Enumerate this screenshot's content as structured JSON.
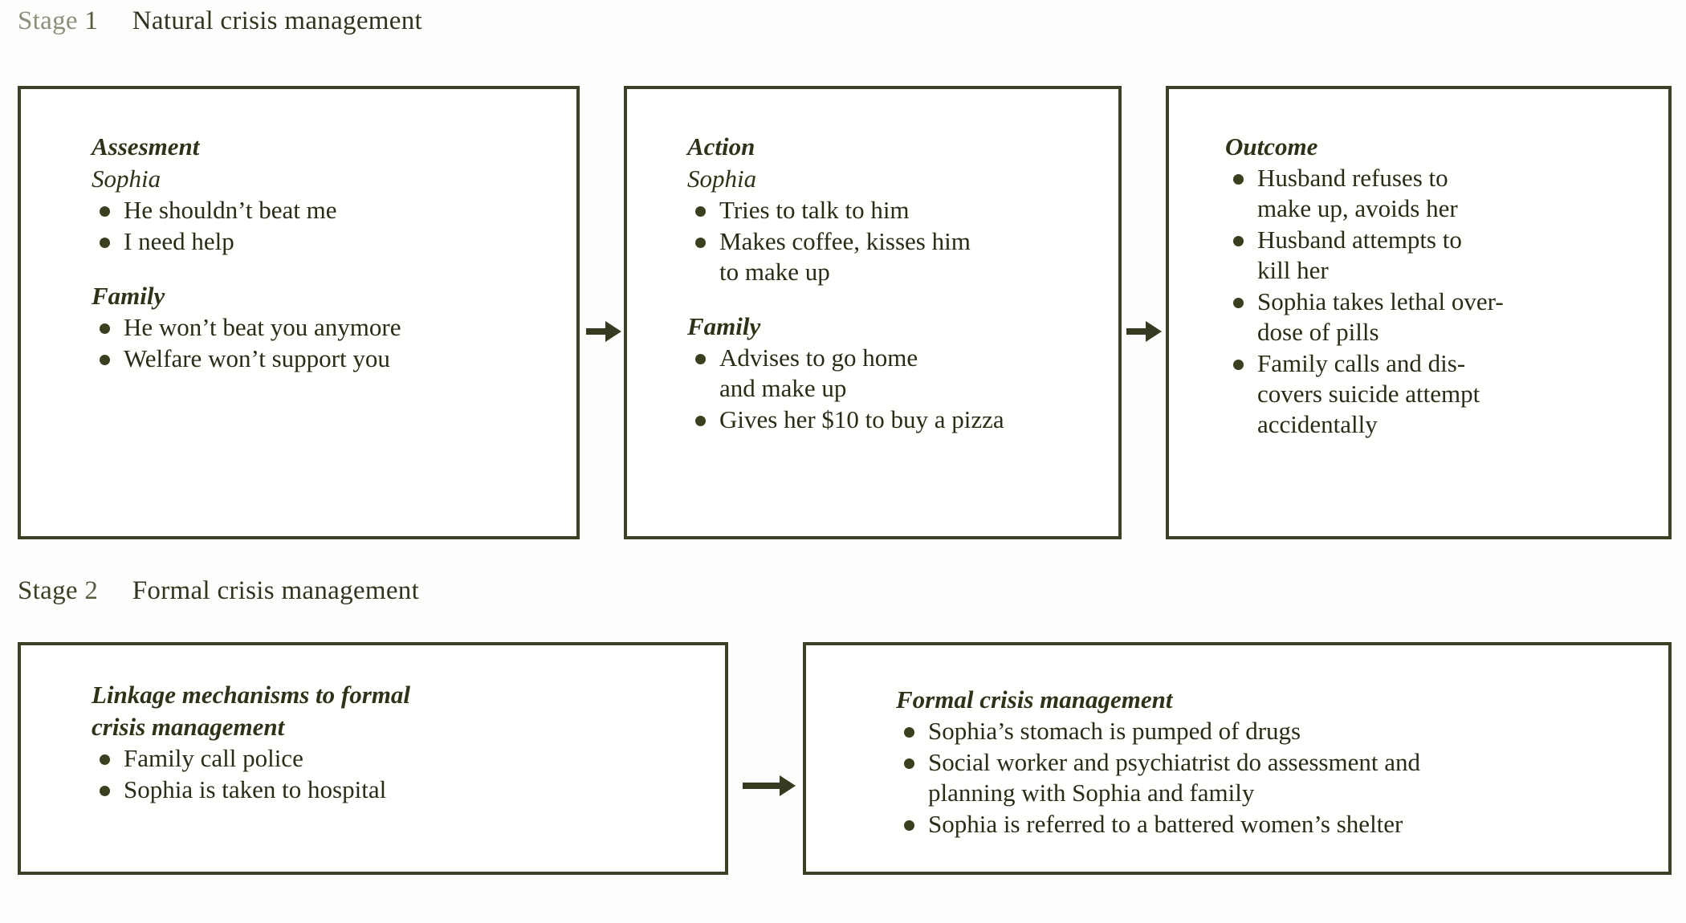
{
  "page": {
    "background_color": "#fdfdfb",
    "ink_color": "#343a22"
  },
  "stages": [
    {
      "label_word": "Stage",
      "label_number": "1",
      "title": "Natural crisis management"
    },
    {
      "label_word": "Stage",
      "label_number": "2",
      "title": "Formal crisis management"
    }
  ],
  "stage1": {
    "boxes": [
      {
        "heading": "Assesment",
        "groups": [
          {
            "subheading": "Sophia",
            "items": [
              "He shouldn’t beat me",
              "I need help"
            ]
          },
          {
            "subheading": "Family",
            "items": [
              "He won’t beat you anymore",
              "Welfare won’t support you"
            ]
          }
        ]
      },
      {
        "heading": "Action",
        "groups": [
          {
            "subheading": "Sophia",
            "items": [
              "Tries to talk to him",
              "Makes coffee, kisses him\nto make up"
            ]
          },
          {
            "subheading": "Family",
            "items": [
              "Advises to go home\nand make up",
              "Gives her $10 to buy a pizza"
            ]
          }
        ]
      },
      {
        "heading": "Outcome",
        "groups": [
          {
            "subheading": "",
            "items": [
              "Husband refuses to\nmake up, avoids her",
              "Husband attempts to\nkill her",
              "Sophia takes lethal over-\ndose of pills",
              "Family calls and dis-\ncovers suicide attempt\naccidentally"
            ]
          }
        ]
      }
    ],
    "connectors": [
      "arrow-right",
      "arrow-right"
    ]
  },
  "stage2": {
    "boxes": [
      {
        "heading": "Linkage mechanisms to formal\ncrisis management",
        "groups": [
          {
            "subheading": "",
            "items": [
              "Family call police",
              "Sophia is taken to hospital"
            ]
          }
        ]
      },
      {
        "heading": "Formal crisis management",
        "groups": [
          {
            "subheading": "",
            "items": [
              "Sophia’s stomach is pumped of drugs",
              "Social worker and psychiatrist do assessment and\nplanning with Sophia and family",
              "Sophia is referred to a battered women’s shelter"
            ]
          }
        ]
      }
    ],
    "connectors": [
      "arrow-right"
    ]
  }
}
